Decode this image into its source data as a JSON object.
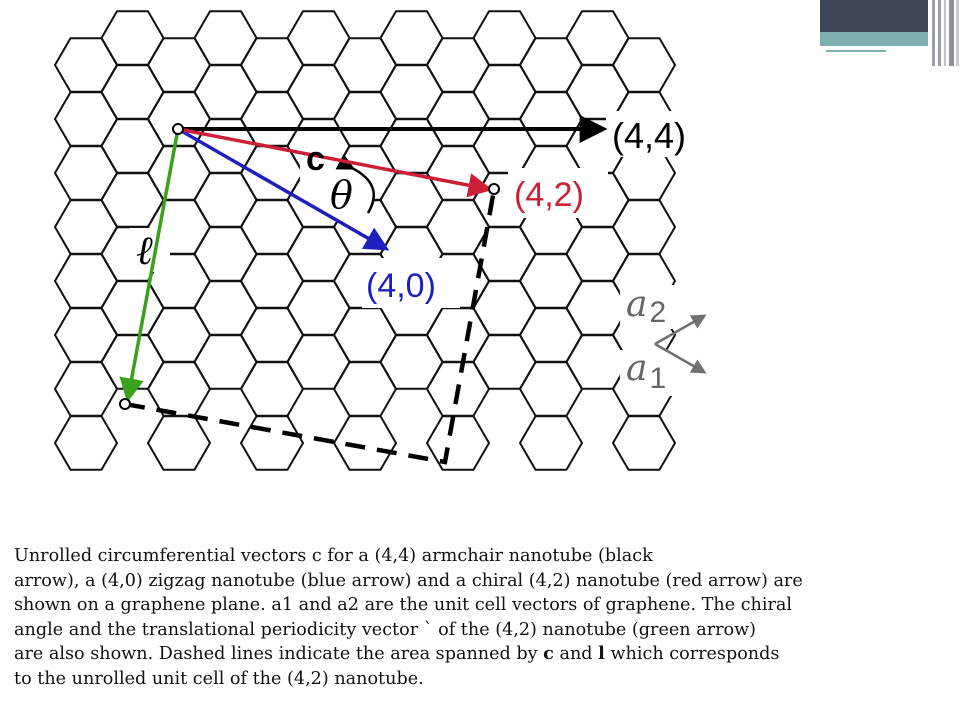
{
  "labels": {
    "armchair": "(4,4)",
    "chiral": "(4,2)",
    "zigzag": "(4,0)",
    "c_vector": "c",
    "theta": "θ",
    "ell": "ℓ",
    "a2_base": "a",
    "a2_sub": "2",
    "a1_base": "a",
    "a1_sub": "1"
  },
  "colors": {
    "armchair_arrow": "#000000",
    "chiral_arrow": "#cc1f36",
    "zigzag_arrow": "#1f1fbf",
    "translation_arrow": "#3aa21a",
    "unit_vectors": "#707070",
    "lattice": "#111111"
  },
  "caption": {
    "line1": "Unrolled circumferential vectors c for a (4,4) armchair nanotube (black",
    "line2": "arrow), a (4,0) zigzag nanotube (blue arrow) and a chiral (4,2) nanotube (red arrow) are",
    "line3": "shown on a graphene plane. a1 and a2 are the unit cell vectors of graphene. The chiral",
    "line4": "angle  and the translational periodicity vector ` of the (4,2) nanotube (green arrow)",
    "line5a": "are also shown. Dashed lines indicate the area spanned by ",
    "line5b": "c",
    "line5c": " and ",
    "line5d": "l",
    "line5e": " which corresponds",
    "line6": "to the unrolled unit cell of the (4,2) nanotube."
  }
}
